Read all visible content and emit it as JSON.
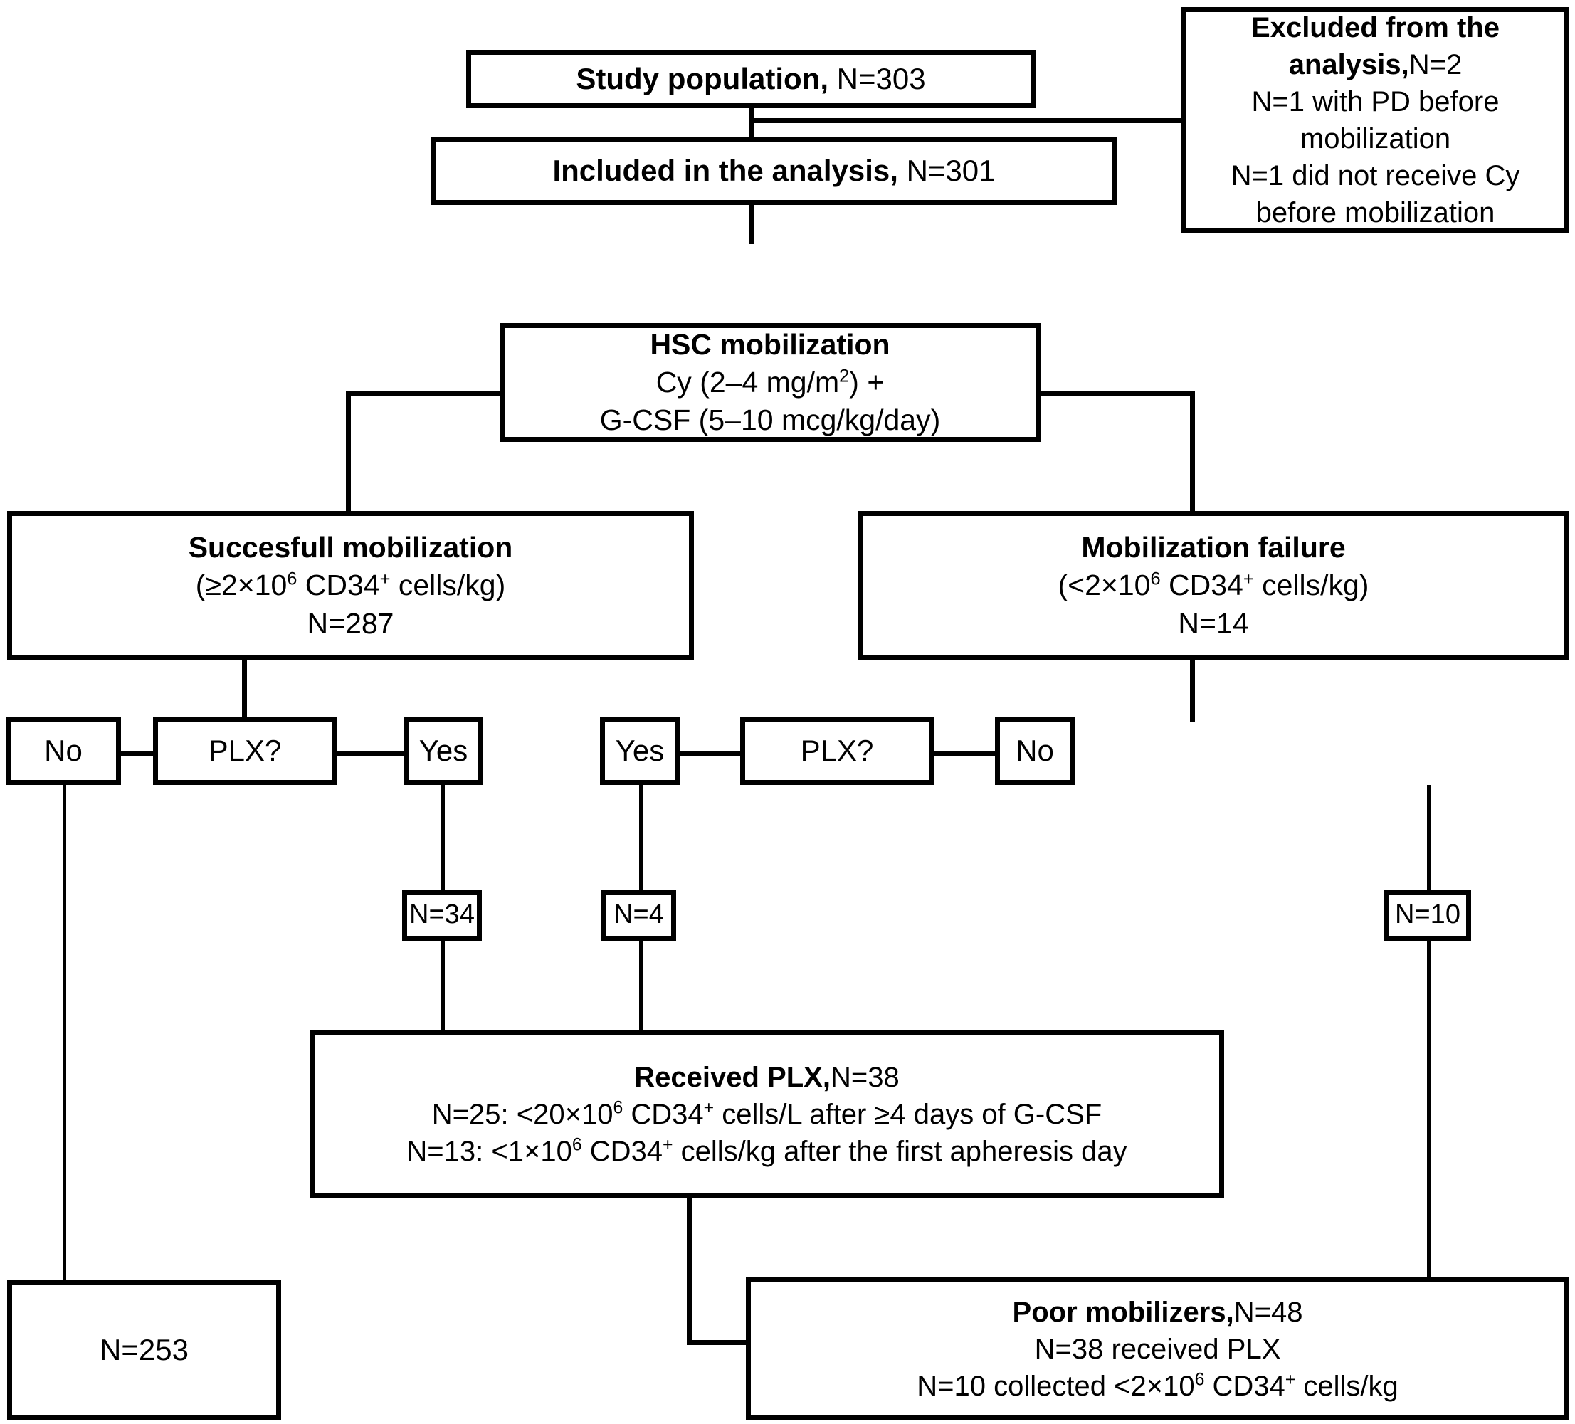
{
  "diagram": {
    "title": "HSC mobilization study flow diagram",
    "stroke_color": "#000000",
    "background_color": "#ffffff"
  },
  "nodes": {
    "study_population": {
      "label": "Study population,",
      "value": "N=303"
    },
    "excluded": {
      "title_line1": "Excluded from the",
      "title_line2": "analysis,",
      "title_value": "N=2",
      "line3": "N=1 with PD before",
      "line4": "mobilization",
      "line5": "N=1 did not receive Cy",
      "line6": "before mobilization"
    },
    "included": {
      "label": "Included in the analysis,",
      "value": "N=301"
    },
    "hsc_mobilization": {
      "title": "HSC mobilization",
      "line2_pre": "Cy (2–4 mg/m",
      "line2_sup": "2",
      "line2_post": ") +",
      "line3": "G-CSF (5–10 mcg/kg/day)"
    },
    "successful_mobilization": {
      "title": "Succesfull mobilization",
      "criteria_pre": "(≥2×10",
      "criteria_sup1": "6",
      "criteria_mid": " CD34",
      "criteria_sup2": "+",
      "criteria_post": " cells/kg)",
      "value": "N=287"
    },
    "mobilization_failure": {
      "title": "Mobilization failure",
      "criteria_pre": "(<2×10",
      "criteria_sup1": "6",
      "criteria_mid": " CD34",
      "criteria_sup2": "+",
      "criteria_post": " cells/kg)",
      "value": "N=14"
    },
    "left_no": {
      "label": "No"
    },
    "left_plx": {
      "label": "PLX?"
    },
    "left_yes": {
      "label": "Yes"
    },
    "right_yes": {
      "label": "Yes"
    },
    "right_plx": {
      "label": "PLX?"
    },
    "right_no": {
      "label": "No"
    },
    "n34": {
      "label": "N=34"
    },
    "n4": {
      "label": "N=4"
    },
    "n10": {
      "label": "N=10"
    },
    "received_plx": {
      "title": "Received PLX,",
      "title_value": "N=38",
      "line2_pre": "N=25: <20×10",
      "line2_sup1": "6",
      "line2_mid": " CD34",
      "line2_sup2": "+",
      "line2_post": " cells/L after ≥4 days of G-CSF",
      "line3_pre": "N=13: <1×10",
      "line3_sup1": "6",
      "line3_mid": " CD34",
      "line3_sup2": "+",
      "line3_post": " cells/kg after the first apheresis day"
    },
    "n253": {
      "label": "N=253"
    },
    "poor_mobilizers": {
      "title": "Poor mobilizers,",
      "title_value": "N=48",
      "line2": "N=38 received PLX",
      "line3_pre": "N=10 collected <2×10",
      "line3_sup1": "6",
      "line3_mid": " CD34",
      "line3_sup2": "+",
      "line3_post": " cells/kg"
    }
  },
  "chart_data": {
    "type": "flowchart",
    "title": "Study population flow",
    "counts": {
      "study_population": 303,
      "excluded_total": 2,
      "excluded_pd_before_mobilization": 1,
      "excluded_no_cy_before_mobilization": 1,
      "included": 301,
      "successful_mobilization": 287,
      "mobilization_failure": 14,
      "success_plx_yes": 34,
      "success_plx_no": 253,
      "failure_plx_yes": 4,
      "failure_plx_no": 10,
      "received_plx": 38,
      "received_plx_low_cd34_blood": 25,
      "received_plx_low_cd34_apheresis": 13,
      "poor_mobilizers": 48
    }
  }
}
